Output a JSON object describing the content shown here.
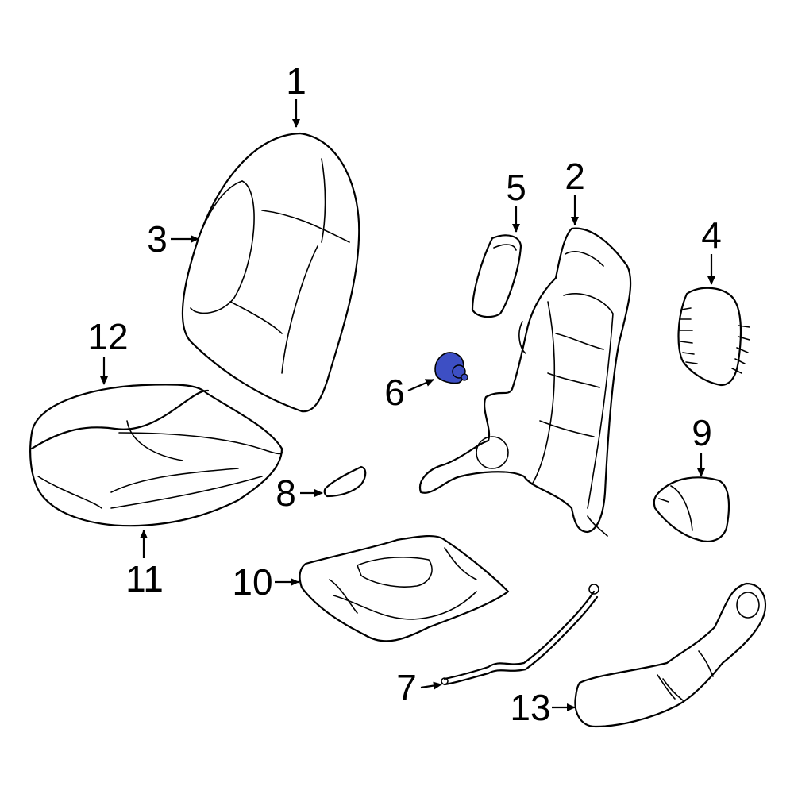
{
  "callouts": [
    {
      "id": "1",
      "label": "1"
    },
    {
      "id": "2",
      "label": "2"
    },
    {
      "id": "3",
      "label": "3"
    },
    {
      "id": "4",
      "label": "4"
    },
    {
      "id": "5",
      "label": "5"
    },
    {
      "id": "6",
      "label": "6"
    },
    {
      "id": "7",
      "label": "7"
    },
    {
      "id": "8",
      "label": "8"
    },
    {
      "id": "9",
      "label": "9"
    },
    {
      "id": "10",
      "label": "10"
    },
    {
      "id": "11",
      "label": "11"
    },
    {
      "id": "12",
      "label": "12"
    },
    {
      "id": "13",
      "label": "13"
    }
  ],
  "highlight_color": "#3d4fc4",
  "line_color": "#000000",
  "background_color": "#ffffff"
}
